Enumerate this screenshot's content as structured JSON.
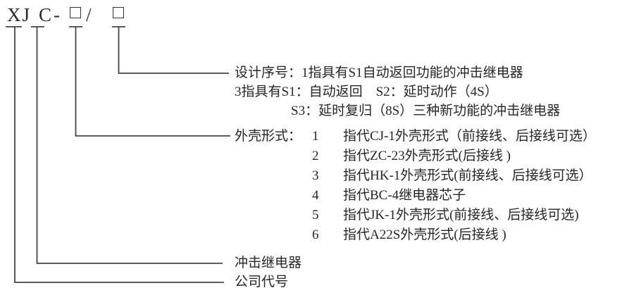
{
  "diagram": {
    "model_code": {
      "part_xj": "XJ",
      "part_c": "C",
      "separator_dash": "-",
      "separator_slash": "/"
    },
    "annotations": {
      "design_serial": {
        "line1": "设计序号：1指具有S1自动返回功能的冲击继电器",
        "line2": "3指具有S1：自动返回　S2：延时动作（4S）",
        "line3": "S3：延时复归（8S）三种新功能的冲击继电器"
      },
      "case_type": {
        "label": "外壳形式：",
        "options": [
          {
            "num": "1",
            "desc": "指代CJ-1外壳形式（前接线、后接线可选）"
          },
          {
            "num": "2",
            "desc": "指代ZC-23外壳形式(后接线 )"
          },
          {
            "num": "3",
            "desc": "指代HK-1外壳形式(前接线、后接线可选）"
          },
          {
            "num": "4",
            "desc": "指代BC-4继电器芯子"
          },
          {
            "num": "5",
            "desc": "指代JK-1外壳形式(前接线、后接线可选)"
          },
          {
            "num": "6",
            "desc": "指代A22S外壳形式(后接线 )"
          }
        ]
      },
      "impulse_relay": "冲击继电器",
      "company_code": "公司代号"
    },
    "colors": {
      "line": "#454545",
      "text": "#262626",
      "background": "#ffffff"
    }
  }
}
